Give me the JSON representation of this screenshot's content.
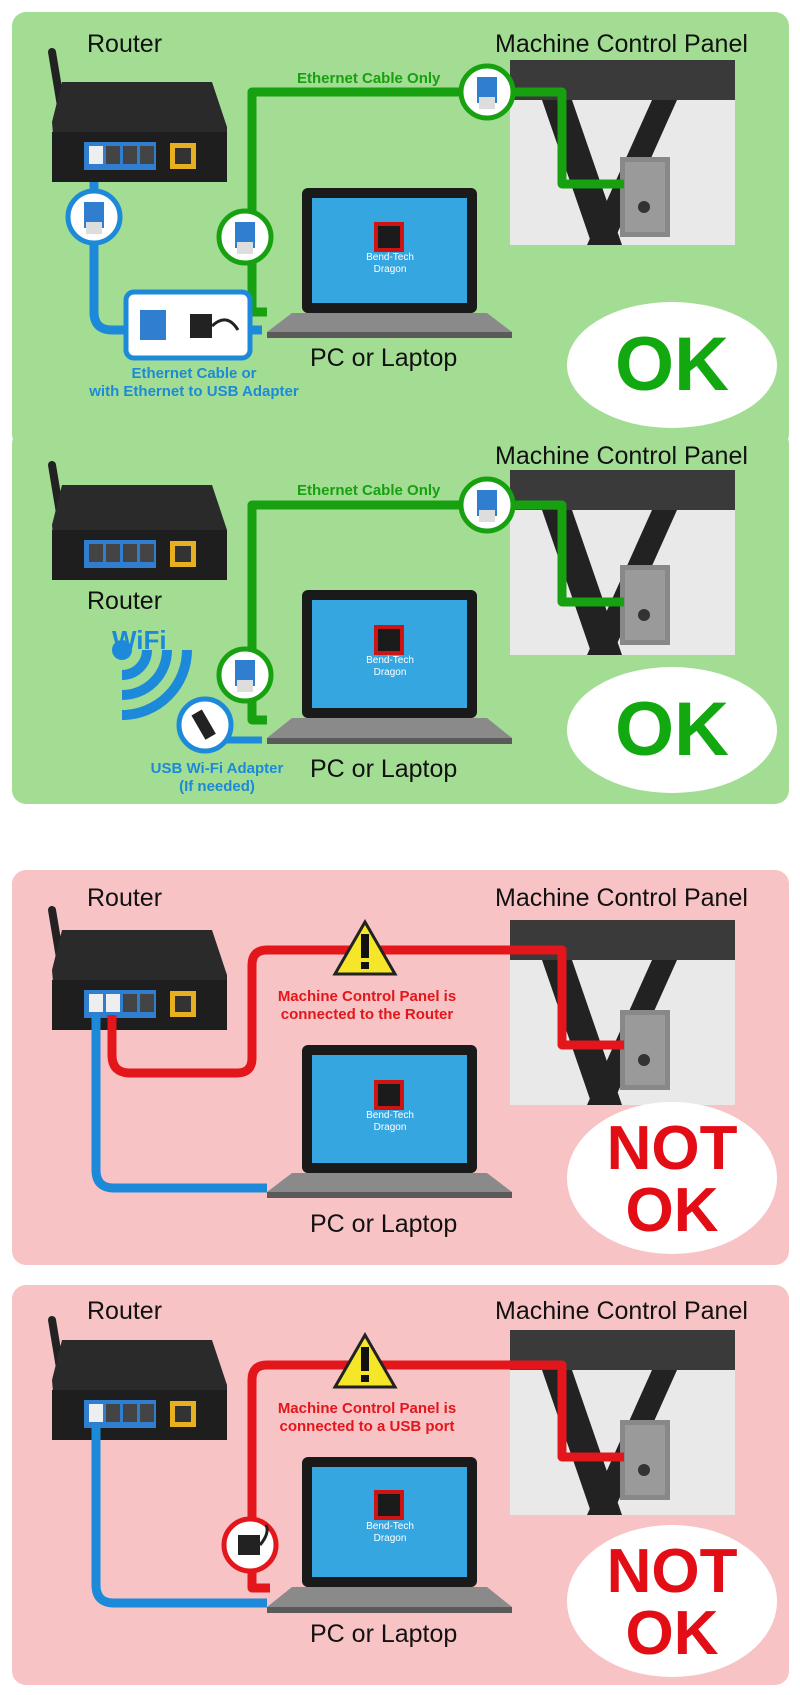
{
  "labels": {
    "router": "Router",
    "panel": "Machine Control Panel",
    "laptop": "PC or Laptop",
    "app_line1": "Bend-Tech",
    "app_line2": "Dragon"
  },
  "panels": [
    {
      "status": "ok",
      "verdict": "OK",
      "cable_caption": "Ethernet Cable Only",
      "router_caption_1": "Ethernet Cable or",
      "router_caption_2": "with Ethernet to USB Adapter"
    },
    {
      "status": "ok",
      "verdict": "OK",
      "cable_caption": "Ethernet Cable Only",
      "wifi_label": "WiFi",
      "adapter_caption_1": "USB Wi-Fi Adapter",
      "adapter_caption_2": "(If needed)"
    },
    {
      "status": "not-ok",
      "verdict_1": "NOT",
      "verdict_2": "OK",
      "warning_1": "Machine Control Panel is",
      "warning_2": "connected to the Router"
    },
    {
      "status": "not-ok",
      "verdict_1": "NOT",
      "verdict_2": "OK",
      "warning_1": "Machine Control Panel is",
      "warning_2": "connected to a USB port"
    }
  ],
  "colors": {
    "ok_bg": "#a3dd93",
    "bad_bg": "#f8c3c5",
    "green_cable": "#17a010",
    "blue_cable": "#1c8ad8",
    "red_cable": "#e3161b"
  }
}
